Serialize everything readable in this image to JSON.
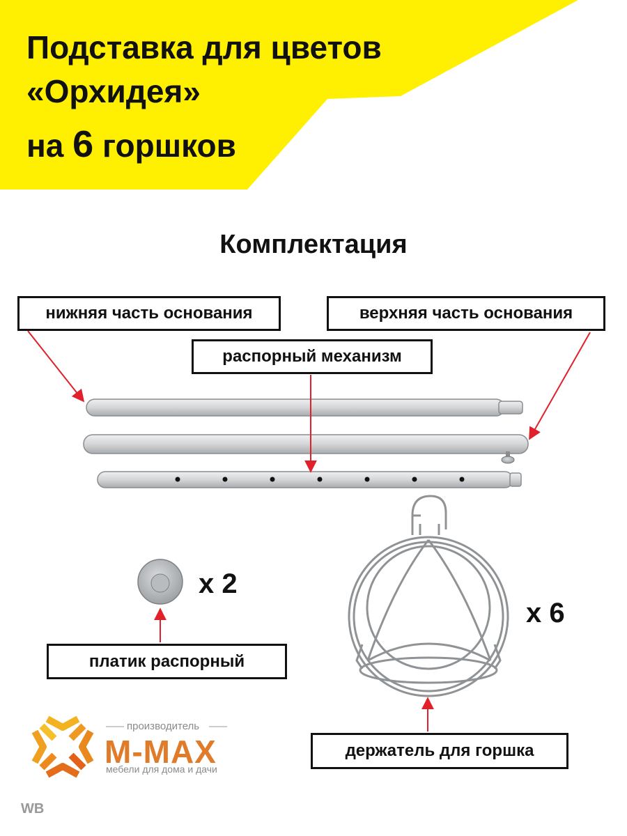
{
  "title": {
    "line1": "Подставка для цветов",
    "line2": "«Орхидея»",
    "line3_prefix": "на",
    "line3_number": "6",
    "line3_suffix": "горшков"
  },
  "heading": "Комплектация",
  "labels": {
    "lower_base": "нижняя часть основания",
    "upper_base": "верхняя часть основания",
    "spacer_mechanism": "распорный механизм",
    "spacer_pad": "платик распорный",
    "pot_holder": "держатель для горшка"
  },
  "quantities": {
    "pads": "x 2",
    "holders": "x 6"
  },
  "logo": {
    "subtitle": "производитель",
    "brand": "M-MAX",
    "tagline": "мебели для дома и дачи"
  },
  "watermark": "WB",
  "colors": {
    "banner": "#ffef00",
    "arrow": "#e0202a",
    "tube": "#d2d4d6",
    "logo_orange": "#e07b2a"
  }
}
